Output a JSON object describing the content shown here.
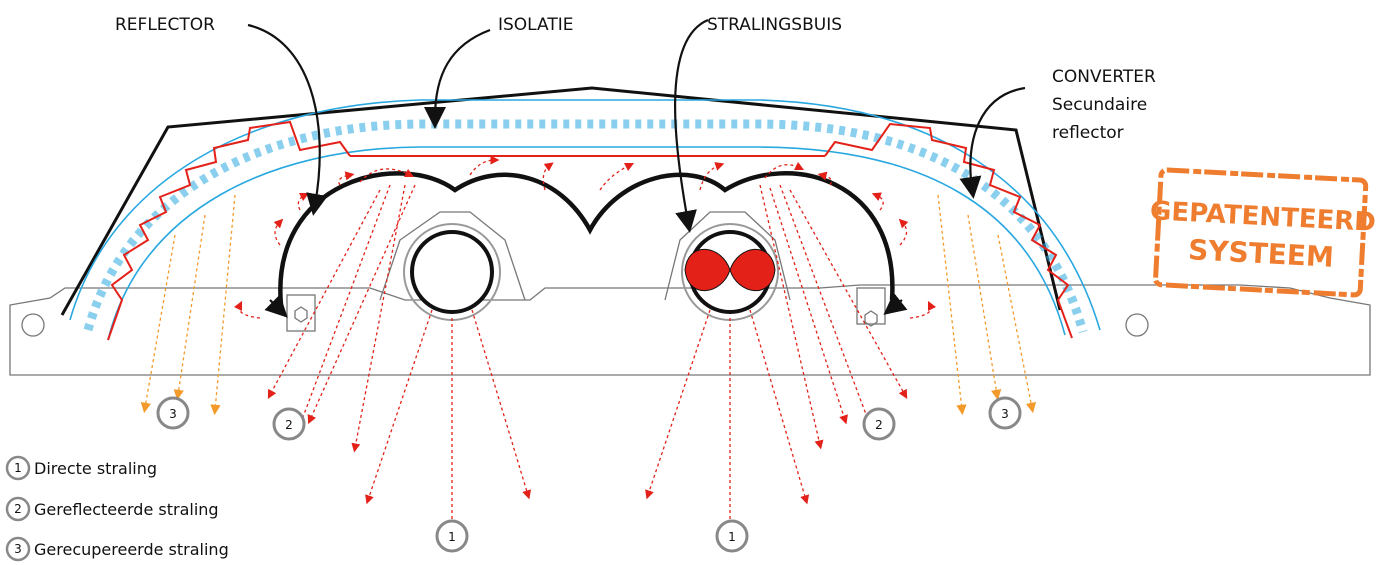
{
  "labels": {
    "reflector": "REFLECTOR",
    "isolatie": "ISOLATIE",
    "stralingsbuis": "STRALINGSBUIS",
    "converter_line1": "CONVERTER",
    "converter_line2": "Secundaire",
    "converter_line3": "reflector"
  },
  "stamp": {
    "line1": "GEPATENTEERD",
    "line2": "SYSTEEM"
  },
  "markers": {
    "one": "1",
    "two": "2",
    "three": "3"
  },
  "legend": [
    {
      "num": "1",
      "text": "Directe straling"
    },
    {
      "num": "2",
      "text": "Gereflecteerde straling"
    },
    {
      "num": "3",
      "text": "Gerecupereerde straling"
    }
  ],
  "colors": {
    "insulation": "#29a8e0",
    "reflector": "#e32119",
    "direct_radiation": "#e32119",
    "recovered_radiation": "#f39a2b",
    "stamp": "#ef7d2f",
    "outline": "#111111",
    "frame": "#666666"
  }
}
